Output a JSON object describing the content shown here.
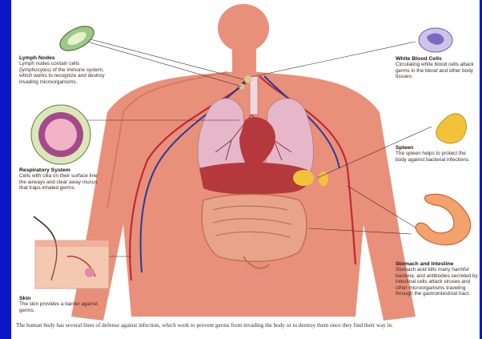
{
  "colors": {
    "frame": "#0a16c8",
    "panel": "#ffffff",
    "body_fill": "#e8907a",
    "lungs": "#e6b7c8",
    "vessels_red": "#c0283a",
    "vessels_blue": "#2a3a9a",
    "organ_red": "#b5393c",
    "intestine": "#e8a48a",
    "spleen": "#f2c23a"
  },
  "labels": {
    "lymph": {
      "title": "Lymph Nodes",
      "body": "Lymph nodes contain cells (lymphocytes) of the immune system, which works to recognize and destroy invading microorganisms.",
      "icon": "lymph-node-icon"
    },
    "wbc": {
      "title": "White Blood Cells",
      "body": "Circulating white blood cells attack germs in the blood and other body tissues.",
      "icon": "white-blood-cell-icon"
    },
    "resp": {
      "title": "Respiratory System",
      "body": "Cells with cilia on their surface line the airways and clear away mucus that traps inhaled germs.",
      "icon": "airway-cross-section-icon"
    },
    "spleen": {
      "title": "Spleen",
      "body": "The spleen helps to protect the body against bacterial infections.",
      "icon": "spleen-icon"
    },
    "skin": {
      "title": "Skin",
      "body": "The skin provides a barrier against germs.",
      "icon": "skin-cross-section-icon"
    },
    "stomach": {
      "title": "Stomach and Intestine",
      "body": "Stomach acid kills many harmful bacteria, and antibodies secreted by intestinal cells attack viruses and other microorganisms traveling through the gastrointestinal tract.",
      "icon": "stomach-icon"
    }
  },
  "caption": "The human body has several lines of defense against infection, which work to prevent germs from invading the body or to destroy them once they find their way in."
}
